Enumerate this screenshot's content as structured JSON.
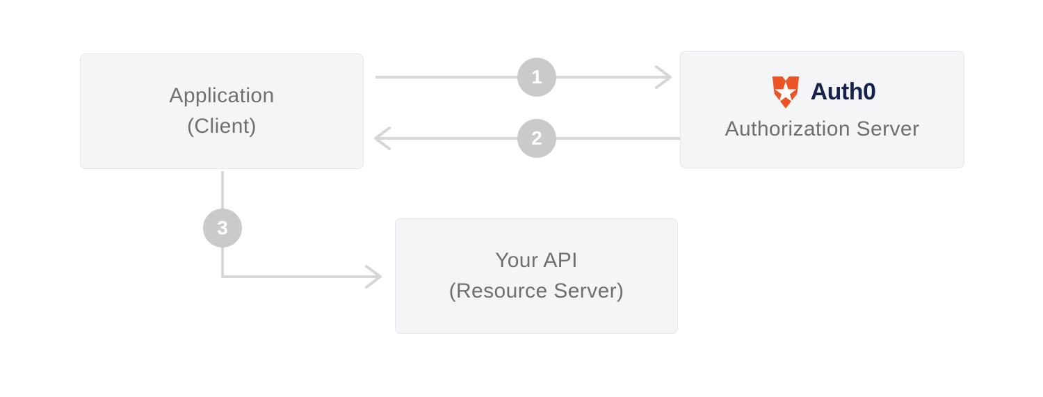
{
  "diagram": {
    "title_semantic": "OAuth client credentials flow with Auth0",
    "colors": {
      "background": "#ffffff",
      "box_bg": "#f4f5f7",
      "box_border": "#e4e5e9",
      "box_text": "#6d7073",
      "line": "#d6d7d9",
      "circle_bg": "#c9cacc",
      "circle_text": "#ffffff",
      "auth0_orange": "#eb5424",
      "auth0_navy": "#16214d"
    },
    "nodes": {
      "application": {
        "line1": "Application",
        "line2": "(Client)"
      },
      "auth_server": {
        "brand": "Auth0",
        "label": "Authorization Server"
      },
      "api": {
        "line1": "Your API",
        "line2": "(Resource Server)"
      }
    },
    "steps": [
      {
        "number": "1",
        "from": "application",
        "to": "auth_server"
      },
      {
        "number": "2",
        "from": "auth_server",
        "to": "application"
      },
      {
        "number": "3",
        "from": "application",
        "to": "api"
      }
    ]
  }
}
